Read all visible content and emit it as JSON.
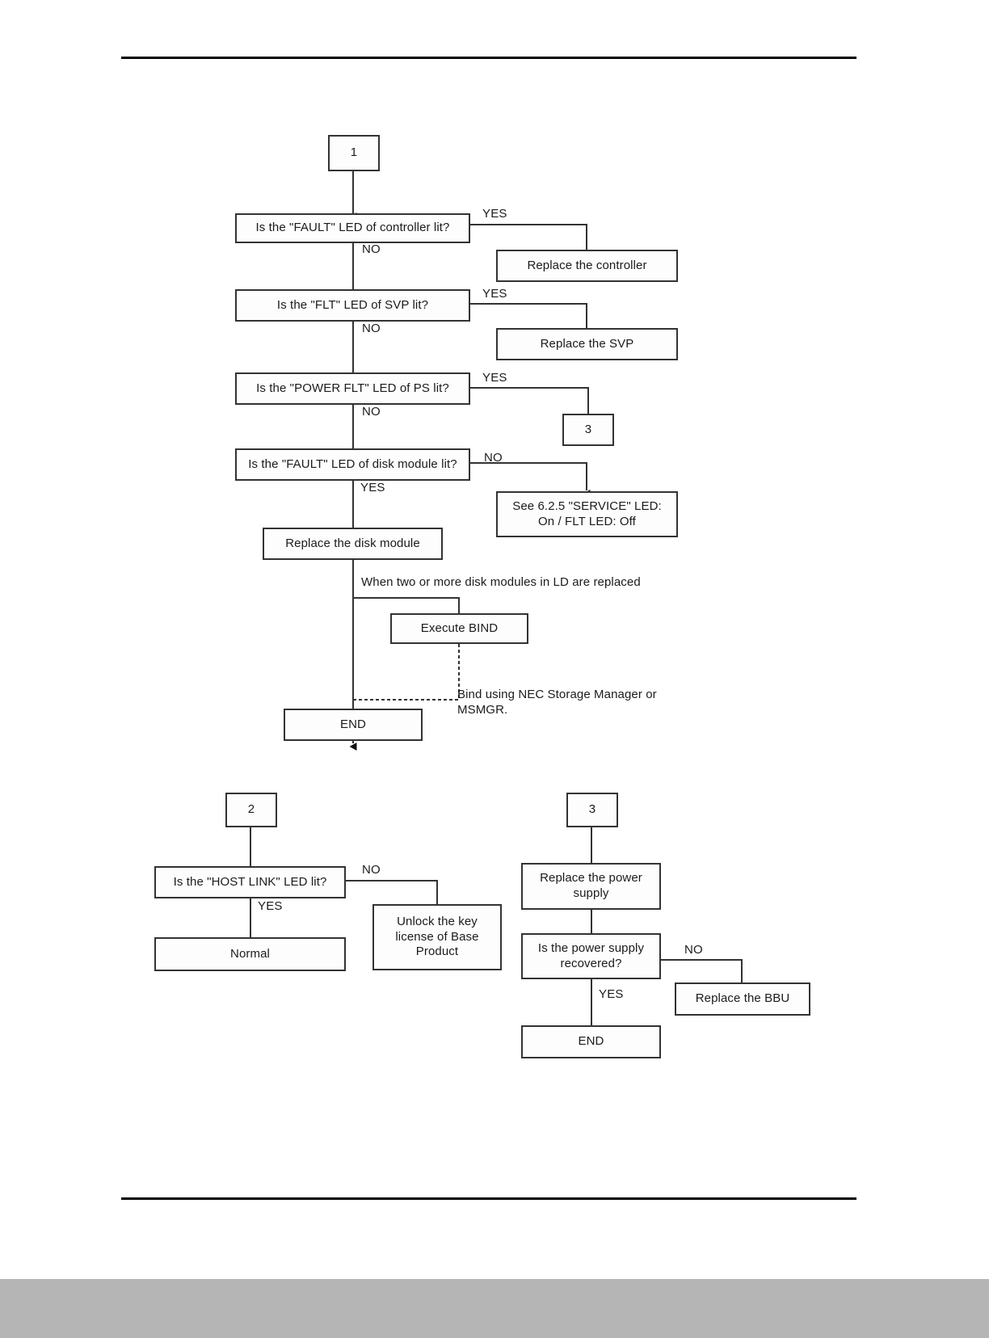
{
  "page": {
    "header_rule": true,
    "footer_rule": true,
    "footer_bar_color": "#b5b5b5",
    "background": "#ffffff",
    "line_color": "#333333"
  },
  "flowchart_1": {
    "nodes": {
      "start_1": "1",
      "q_fault_controller": "Is the \"FAULT\" LED of controller lit?",
      "replace_controller": "Replace the controller",
      "q_flt_svp": "Is the \"FLT\" LED of SVP lit?",
      "replace_svp": "Replace the SVP",
      "q_power_flt_ps": "Is the \"POWER FLT\" LED of PS lit?",
      "connector_3": "3",
      "q_fault_disk": "Is the \"FAULT\" LED of disk module lit?",
      "see_service_led": "See 6.2.5 \"SERVICE\" LED:\nOn / FLT LED: Off",
      "replace_disk_module": "Replace the disk module",
      "execute_bind": "Execute BIND",
      "end": "END"
    },
    "edge_labels": {
      "fault_controller_yes": "YES",
      "fault_controller_no": "NO",
      "flt_svp_yes": "YES",
      "flt_svp_no": "NO",
      "power_flt_yes": "YES",
      "power_flt_no": "NO",
      "fault_disk_no": "NO",
      "fault_disk_yes": "YES"
    },
    "notes": {
      "two_or_more": "When two or more disk modules in LD are replaced",
      "bind_using": "Bind using NEC Storage Manager or\nMSMGR."
    }
  },
  "flowchart_2": {
    "nodes": {
      "start_2": "2",
      "q_host_link": "Is the \"HOST LINK\" LED lit?",
      "unlock_key": "Unlock the key\nlicense of Base\nProduct",
      "normal": "Normal"
    },
    "edge_labels": {
      "host_link_no": "NO",
      "host_link_yes": "YES"
    }
  },
  "flowchart_3": {
    "nodes": {
      "start_3": "3",
      "replace_power_supply": "Replace the power\nsupply",
      "q_power_recovered": "Is the power supply\nrecovered?",
      "replace_bbu": "Replace the BBU",
      "end": "END"
    },
    "edge_labels": {
      "recovered_no": "NO",
      "recovered_yes": "YES"
    }
  }
}
